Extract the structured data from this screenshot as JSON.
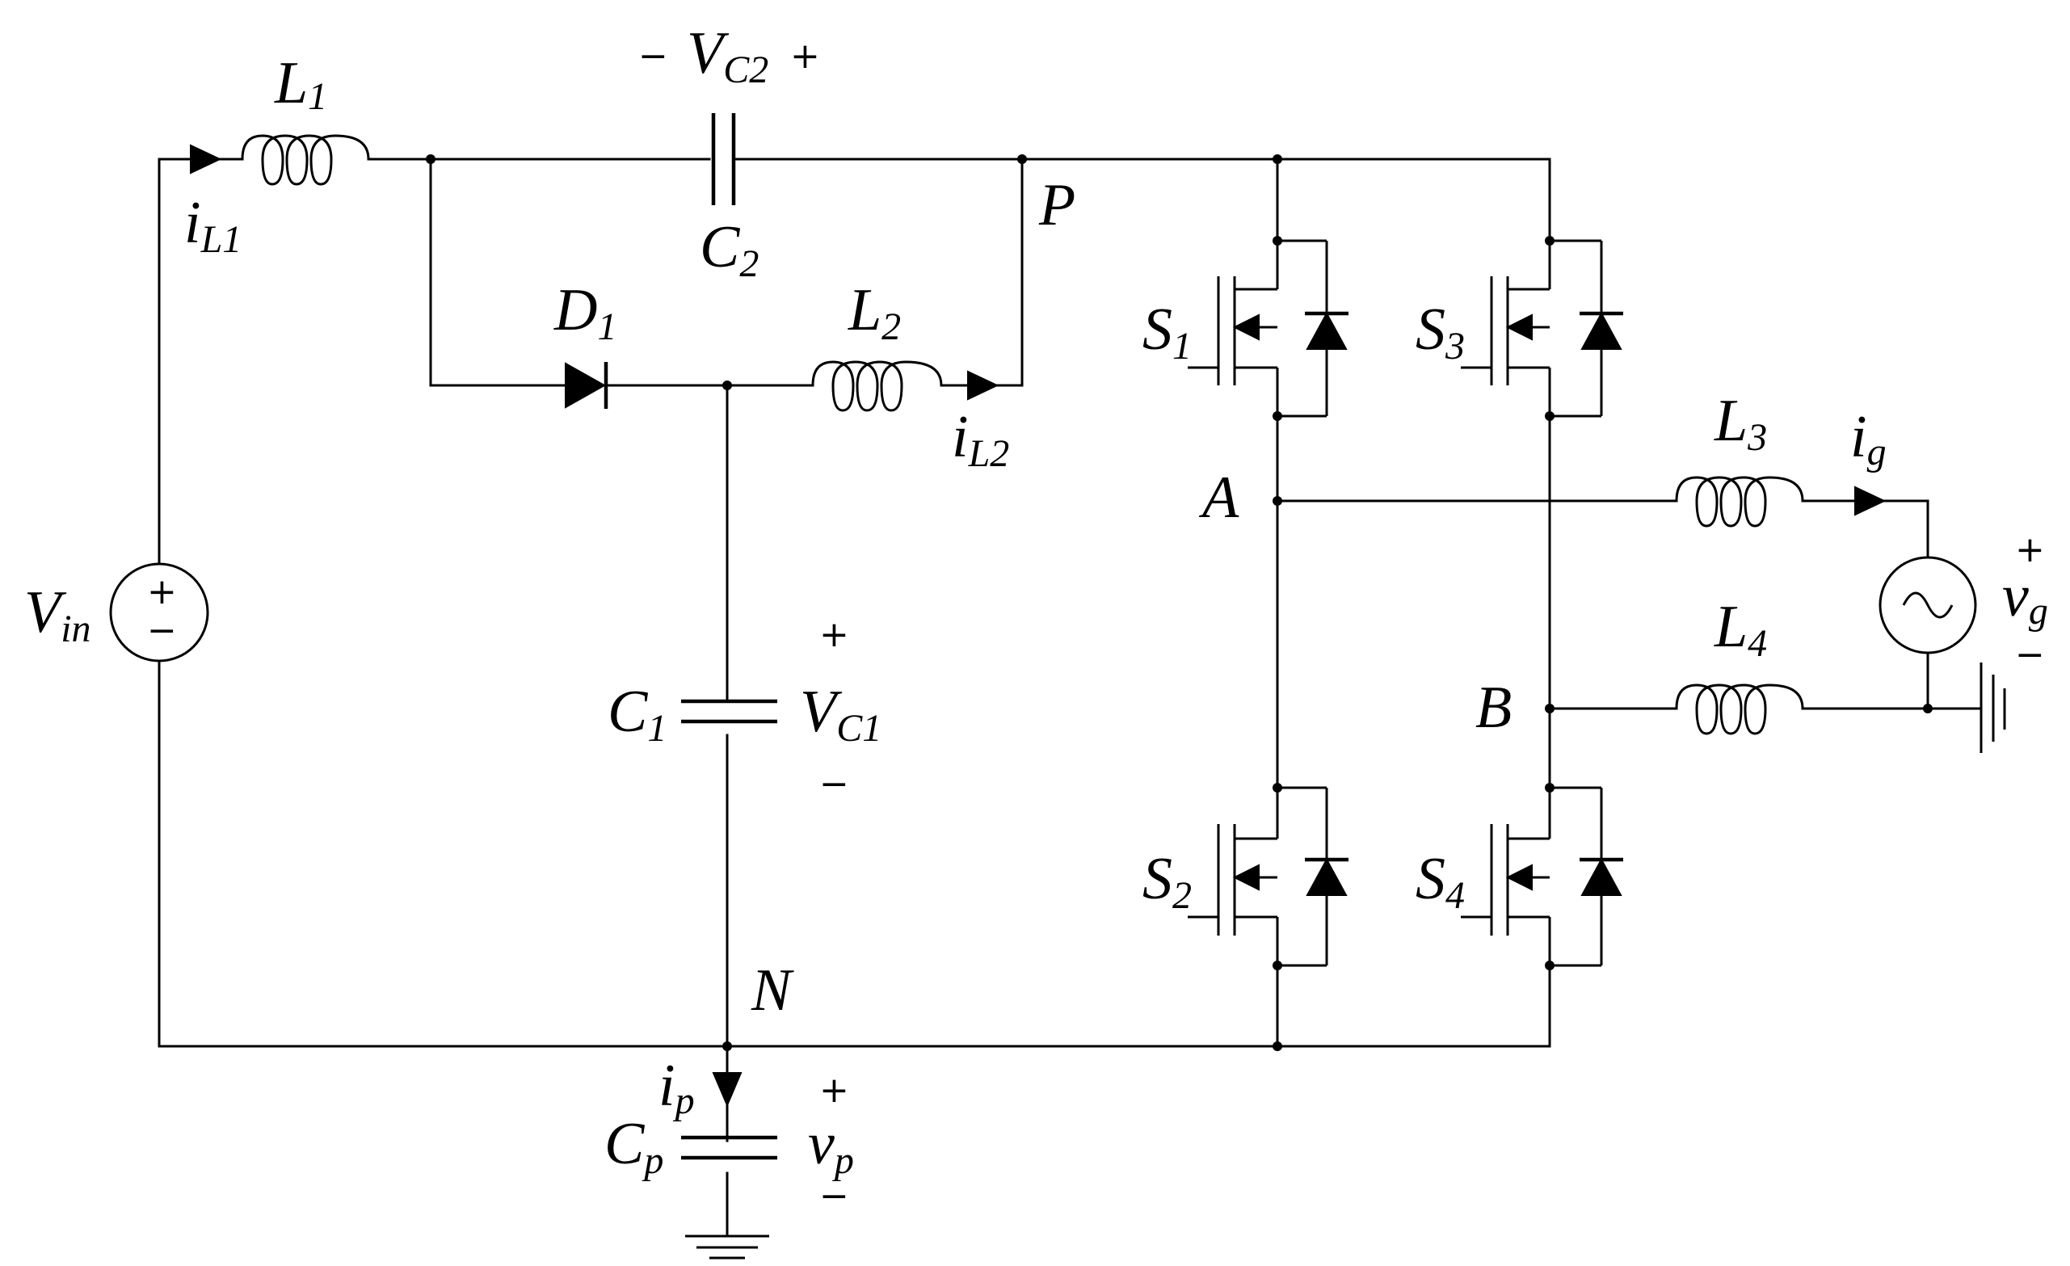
{
  "diagram": {
    "labels": {
      "L1": {
        "main": "L",
        "sub": "1"
      },
      "L2": {
        "main": "L",
        "sub": "2"
      },
      "L3": {
        "main": "L",
        "sub": "3"
      },
      "L4": {
        "main": "L",
        "sub": "4"
      },
      "C1": {
        "main": "C",
        "sub": "1"
      },
      "C2": {
        "main": "C",
        "sub": "2"
      },
      "Cp": {
        "main": "C",
        "sub": "p"
      },
      "D1": {
        "main": "D",
        "sub": "1"
      },
      "S1": {
        "main": "S",
        "sub": "1"
      },
      "S2": {
        "main": "S",
        "sub": "2"
      },
      "S3": {
        "main": "S",
        "sub": "3"
      },
      "S4": {
        "main": "S",
        "sub": "4"
      },
      "Vin": {
        "main": "V",
        "sub": "in"
      },
      "VC1": {
        "main": "V",
        "sub": "C1"
      },
      "VC2": {
        "main": "V",
        "sub": "C2"
      },
      "iL1": {
        "main": "i",
        "sub": "L1"
      },
      "iL2": {
        "main": "i",
        "sub": "L2"
      },
      "ig": {
        "main": "i",
        "sub": "g"
      },
      "ip": {
        "main": "i",
        "sub": "p"
      },
      "vg": {
        "main": "v",
        "sub": "g"
      },
      "vp": {
        "main": "v",
        "sub": "p"
      }
    },
    "nodes": {
      "P": "P",
      "A": "A",
      "B": "B",
      "N": "N"
    },
    "signs": {
      "plus": "+",
      "minus": "−"
    }
  }
}
